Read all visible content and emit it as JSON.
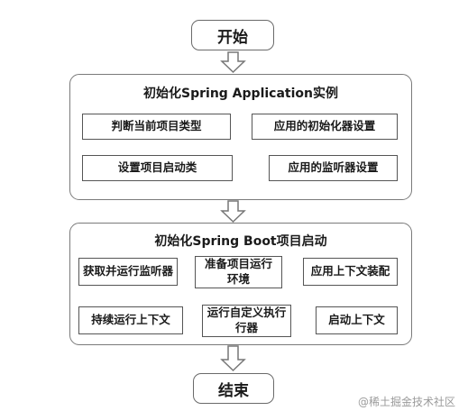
{
  "start": "开始",
  "end": "结束",
  "group1": {
    "title": "初始化Spring Application实例",
    "steps": [
      "判断当前项目类型",
      "应用的初始化器设置",
      "应用的监听器设置",
      "设置项目启动类"
    ]
  },
  "group2": {
    "title": "初始化Spring Boot项目启动",
    "steps": [
      "获取并运行监听器",
      "准备项目运行环境",
      "应用上下文装配",
      "启动上下文",
      "运行自定义执行行器",
      "持续运行上下文"
    ]
  },
  "watermark": "@稀土掘金技术社区"
}
